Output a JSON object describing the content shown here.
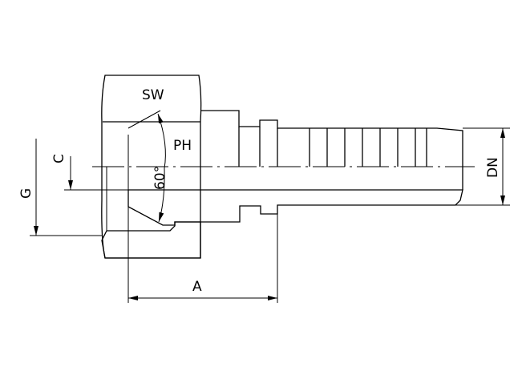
{
  "drawing": {
    "title": "Female hose fitting with 60° cone, sectional view",
    "labels": {
      "sw": "SW",
      "ph": "PH",
      "angle": "60°",
      "dn": "DN",
      "g": "G",
      "c": "C",
      "a": "A"
    },
    "colors": {
      "line": "#000000",
      "background": "#ffffff"
    }
  }
}
